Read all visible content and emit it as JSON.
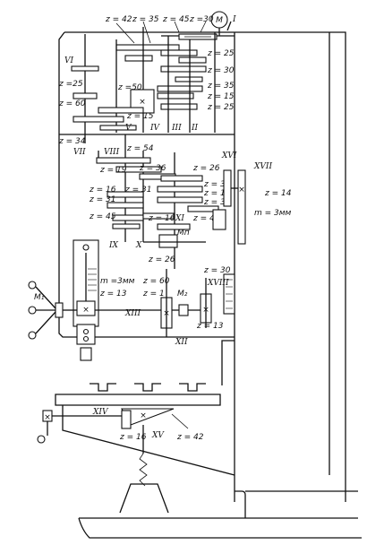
{
  "labels": {
    "z42": "z = 42",
    "z35": "z = 35",
    "z45": "z = 45",
    "z30top": "z =30",
    "roman1": "I",
    "motor": "M",
    "z25a": "z = 25",
    "z30b": "z = 30",
    "z35b": "z = 35",
    "z15": "z = 15",
    "z25b": "z = 25",
    "roman6": "VI",
    "z25left": "z =25",
    "z50": "z =50",
    "z60": "z = 60",
    "z15b": "z = 15",
    "z34": "z = 34",
    "roman7": "VII",
    "roman5": "V",
    "roman4": "IV",
    "roman3": "III",
    "roman2": "II",
    "roman8": "VIII",
    "z54": "z = 54",
    "z19": "z = 19",
    "z36": "z = 36",
    "z26": "z = 26",
    "roman16": "XVI",
    "roman17": "XVII",
    "z31": "z = 31",
    "z1": "z = 1",
    "z36b": "z = 36",
    "z14": "z = 14",
    "z16a": "z = 16",
    "z31b": "z = 31",
    "z31c": "z = 31",
    "z45b": "z = 45",
    "z16b": "z = 16",
    "roman11": "XI",
    "z46": "z = 46",
    "m3a": "m = 3мм",
    "roman9": "IX",
    "roman10": "X",
    "mn": "Mп",
    "z26b": "z = 26",
    "z30c": "z = 30",
    "roman18": "XVIII",
    "m1": "M₁",
    "m3b": "m =3мм",
    "z13a": "z = 13",
    "z60b": "z = 60",
    "z1b": "z = 1",
    "m2": "M₂",
    "roman13": "XIII",
    "roman12": "XII",
    "z13b": "z = 13",
    "roman14": "XIV",
    "roman15": "XV",
    "z16c": "z = 16",
    "z42b": "z = 42"
  }
}
